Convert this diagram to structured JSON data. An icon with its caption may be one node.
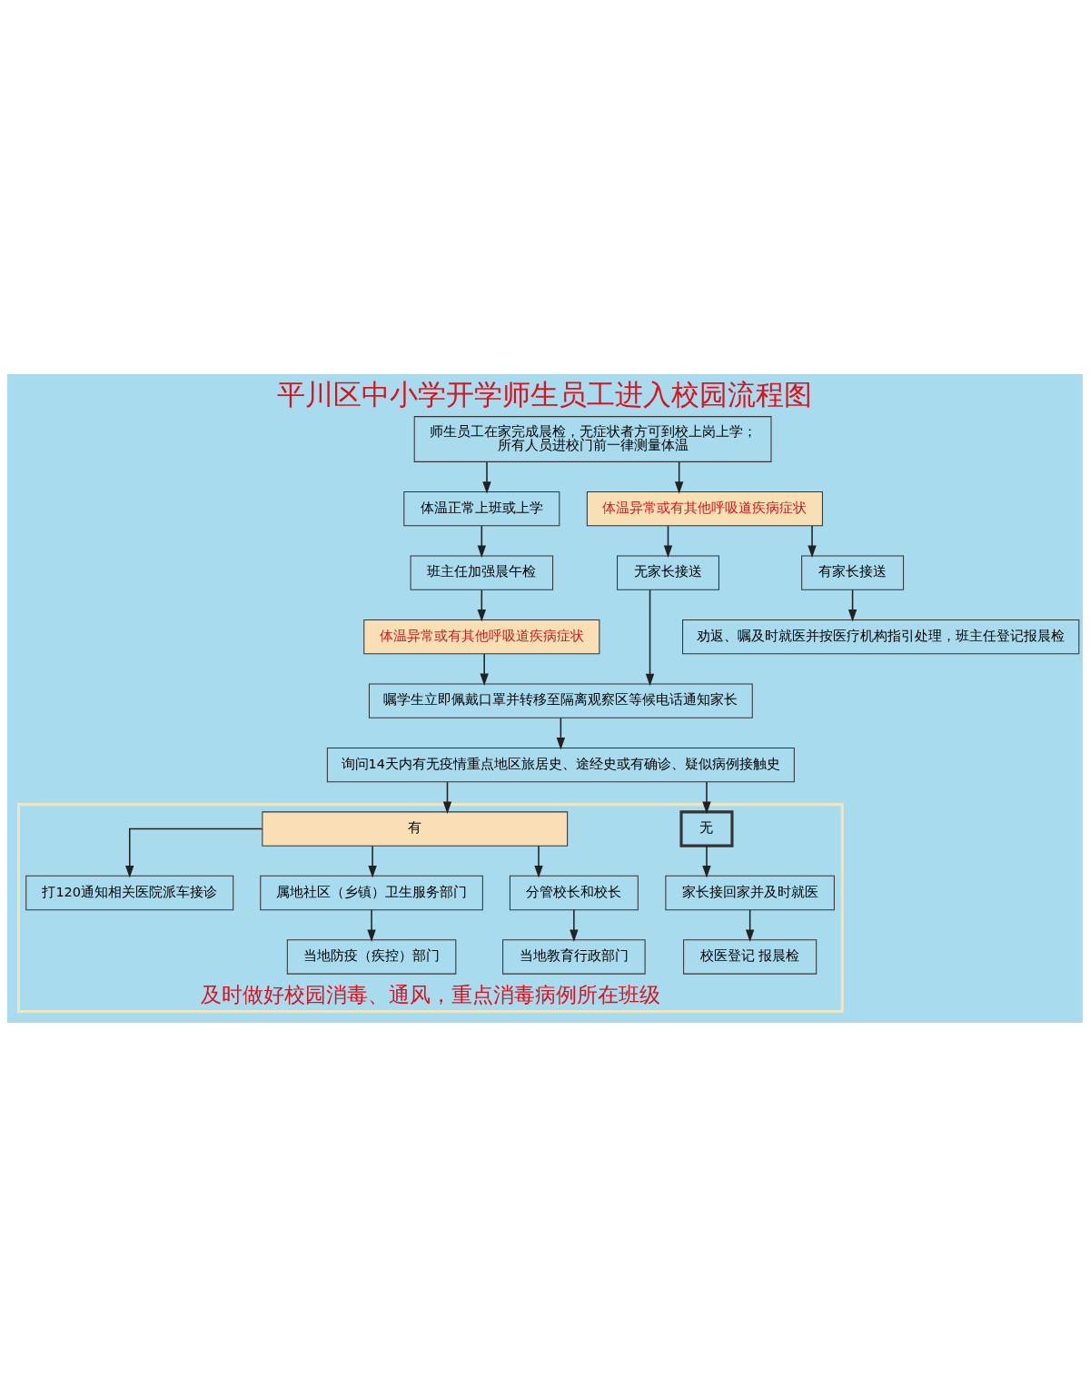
{
  "diagram": {
    "title": "平川区中小学开学师生员工进入校园流程图",
    "nodes": [
      {
        "text": [
          "师生员工在家完成晨检，无症状者方可到校上岗上学；",
          "所有人员进校门前一律测量体温"
        ]
      },
      {
        "text": [
          "体温正常上班或上学"
        ]
      },
      {
        "text": [
          "体温异常或有其他呼吸道疾病症状"
        ]
      },
      {
        "text": [
          "班主任加强晨午检"
        ]
      },
      {
        "text": [
          "无家长接送"
        ]
      },
      {
        "text": [
          "有家长接送"
        ]
      },
      {
        "text": [
          "体温异常或有其他呼吸道疾病症状"
        ]
      },
      {
        "text": [
          "劝返、嘱及时就医并按医疗机构指引处理，班主任登记报晨检"
        ]
      },
      {
        "text": [
          "嘱学生立即佩戴口罩并转移至隔离观察区等候电话通知家长"
        ]
      },
      {
        "text": [
          "询问14天内有无疫情重点地区旅居史、途经史或有确诊、疑似病例接触史"
        ]
      },
      {
        "text": [
          "及时做好校园消毒、通风，重点消毒病例所在班级"
        ]
      },
      {
        "text": [
          "无"
        ],
        "in": 10
      },
      {
        "text": [
          "有"
        ],
        "in": 10
      },
      {
        "text": [
          "家长接回家并及时就医"
        ],
        "in": 10
      },
      {
        "text": [
          "校医登记 报晨检"
        ],
        "in": 10
      },
      {
        "text": [
          "打120通知相关医院派车接诊"
        ],
        "in": 10
      },
      {
        "text": [
          "属地社区（乡镇）卫生服务部门"
        ],
        "in": 10
      },
      {
        "text": [
          "分管校长和校长"
        ],
        "in": 10
      },
      {
        "text": [
          "当地防疫（疾控）部门"
        ],
        "in": 10
      },
      {
        "text": [
          "当地教育行政部门"
        ],
        "in": 10
      }
    ],
    "edges": [
      {
        "from": 0,
        "to": 1,
        "arrow": "to"
      },
      {
        "from": 0,
        "to": 2,
        "arrow": "to"
      },
      {
        "from": 1,
        "to": 3,
        "arrow": "to"
      },
      {
        "from": 2,
        "to": 4,
        "arrow": "to"
      },
      {
        "from": 2,
        "to": 5,
        "arrow": "to"
      },
      {
        "from": 3,
        "to": 6,
        "arrow": "to"
      },
      {
        "from": 5,
        "to": 7,
        "arrow": "to"
      },
      {
        "from": 6,
        "to": 8,
        "arrow": "to"
      },
      {
        "from": 4,
        "to": 8,
        "arrow": "to"
      },
      {
        "from": 8,
        "to": 9,
        "arrow": "to"
      },
      {
        "from": 9,
        "to": 11,
        "arrow": "to"
      },
      {
        "from": 9,
        "to": 12,
        "arrow": "to"
      },
      {
        "from": 11,
        "to": 13,
        "arrow": "to"
      },
      {
        "from": 13,
        "to": 14,
        "arrow": "to"
      },
      {
        "from": 12,
        "to": 15,
        "arrow": "to"
      },
      {
        "from": 12,
        "to": 16,
        "arrow": "to"
      },
      {
        "from": 12,
        "to": 17,
        "arrow": "to"
      },
      {
        "from": 16,
        "to": 18,
        "arrow": "to"
      },
      {
        "from": 17,
        "to": 19,
        "arrow": "to"
      }
    ]
  }
}
